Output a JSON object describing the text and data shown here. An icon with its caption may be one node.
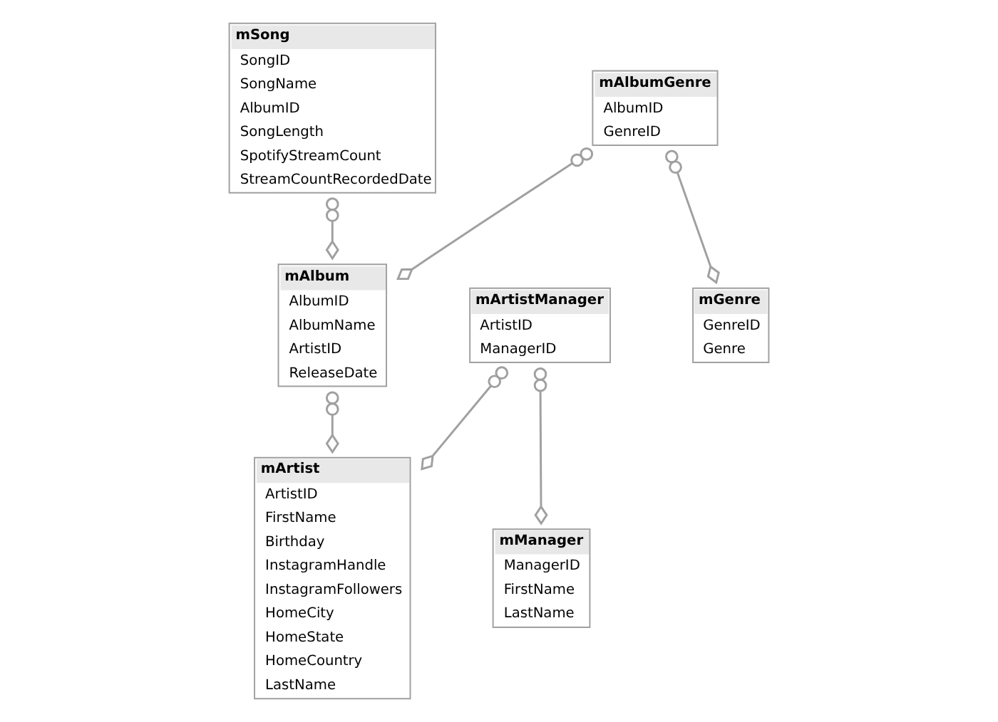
{
  "diagram": {
    "nodes": [
      {
        "text": [
          "mArtistManager",
          "ArtistID",
          "ManagerID"
        ]
      },
      {
        "text": [
          "mArtist",
          "ArtistID",
          "FirstName",
          "Birthday",
          "InstagramHandle",
          "InstagramFollowers",
          "HomeCity",
          "HomeState",
          "HomeCountry",
          "LastName"
        ]
      },
      {
        "text": [
          "mManager",
          "ManagerID",
          "FirstName",
          "LastName"
        ]
      },
      {
        "text": [
          "mGenre",
          "GenreID",
          "Genre"
        ]
      },
      {
        "text": [
          "mSong",
          "SongID",
          "SongName",
          "AlbumID",
          "SongLength",
          "SpotifyStreamCount",
          "StreamCountRecordedDate"
        ]
      },
      {
        "text": [
          "mAlbum",
          "AlbumID",
          "AlbumName",
          "ArtistID",
          "ReleaseDate"
        ]
      },
      {
        "text": [
          "mAlbumGenre",
          "AlbumID",
          "GenreID"
        ]
      }
    ],
    "edges": [
      {
        "from": 0,
        "to": 1,
        "arrow": "other"
      },
      {
        "from": 0,
        "to": 2,
        "arrow": "other"
      },
      {
        "from": 5,
        "to": 1,
        "arrow": "other"
      },
      {
        "from": 4,
        "to": 5,
        "arrow": "other"
      },
      {
        "from": 6,
        "to": 5,
        "arrow": "other"
      },
      {
        "from": 6,
        "to": 3,
        "arrow": "other"
      }
    ]
  }
}
